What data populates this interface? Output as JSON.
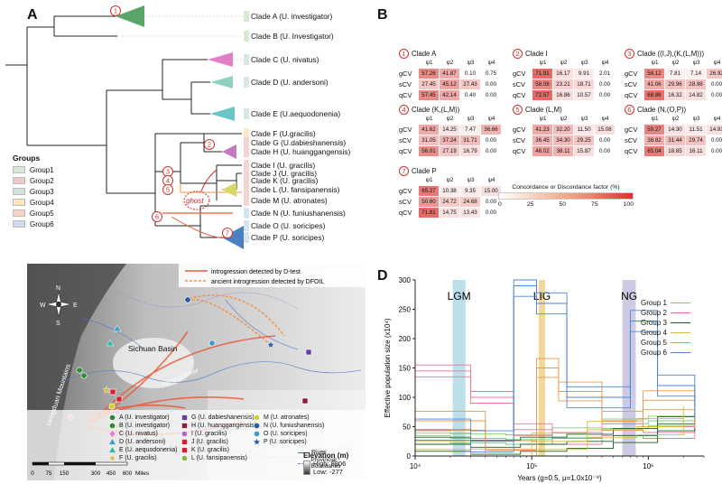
{
  "panels": {
    "a": "A",
    "b": "B",
    "c": "C",
    "d": "D"
  },
  "panel_a": {
    "clades": [
      {
        "label": "Clade A (U. investigator)",
        "bar": "#d9ead3"
      },
      {
        "label": "Clade B (U. Investigator)",
        "bar": "#d9ead3"
      },
      {
        "label": "Clade C (U. nivatus)",
        "bar": "#d6e9e4"
      },
      {
        "label": "Clade D (U. andersoni)",
        "bar": "#d6e9e4"
      },
      {
        "label": "Clade E (U.aequodonenia)",
        "bar": "#d6e9e4"
      },
      {
        "label": "Clade F (U.gracilis)",
        "bar": "#fde9c8"
      },
      {
        "label": "Clade G (U.dabieshanensis)",
        "bar": "#f2d4d4"
      },
      {
        "label": "Clade H (U. huanggangensis)",
        "bar": "#f2d4d4"
      },
      {
        "label": "Clade I (U. gracilis)",
        "bar": "#f2d4d4"
      },
      {
        "label": "Clade J (U. gracilis)",
        "bar": "#f2d4d4"
      },
      {
        "label": "Clade K (U. gracilis)",
        "bar": "#f2d4d4"
      },
      {
        "label": "Clade L (U. fansipanensis)",
        "bar": "#f2d4d4"
      },
      {
        "label": "Clade M (U. atronates)",
        "bar": "#f2d4d4"
      },
      {
        "label": "Clade N (U. funiushanensis)",
        "bar": "#d6e3f0"
      },
      {
        "label": "Clade O (U. soricipes)",
        "bar": "#d6e3f0"
      },
      {
        "label": "Clade P (U. soricipes)",
        "bar": "#d6e3f0"
      }
    ],
    "groups_title": "Groups",
    "groups": [
      {
        "name": "Group1",
        "color": "#d9ead3"
      },
      {
        "name": "Group2",
        "color": "#f2c9c9"
      },
      {
        "name": "Group3",
        "color": "#cfe2e0"
      },
      {
        "name": "Group4",
        "color": "#fde6b8"
      },
      {
        "name": "Group5",
        "color": "#f6d3c2"
      },
      {
        "name": "Group6",
        "color": "#cfdcef"
      }
    ],
    "ghost": "ghost",
    "markers": [
      "1",
      "2",
      "3",
      "4",
      "5",
      "6",
      "7"
    ]
  },
  "panel_b": {
    "psi": [
      "ψ1",
      "ψ2",
      "ψ3",
      "ψ4"
    ],
    "rows": [
      "gCV",
      "sCV",
      "qCV"
    ],
    "tables": [
      {
        "num": "1",
        "title": "Clade A",
        "vals": [
          [
            "57.26",
            "41.87",
            "0.10",
            "0.75"
          ],
          [
            "27.45",
            "45.12",
            "27.43",
            "0.00"
          ],
          [
            "57.45",
            "42.14",
            "0.40",
            "0.00"
          ]
        ]
      },
      {
        "num": "2",
        "title": "Clade I",
        "vals": [
          [
            "71.91",
            "16.17",
            "9.91",
            "2.01"
          ],
          [
            "58.08",
            "23.21",
            "18.71",
            "0.00"
          ],
          [
            "72.57",
            "16.86",
            "10.57",
            "0.00"
          ]
        ]
      },
      {
        "num": "3",
        "title": "Clade ((I,J),(K,(L,M)))",
        "vals": [
          [
            "58.12",
            "7.81",
            "7.14",
            "26.92"
          ],
          [
            "41.06",
            "29.96",
            "28.98",
            "0.00"
          ],
          [
            "68.86",
            "16.32",
            "14.82",
            "0.00"
          ]
        ]
      },
      {
        "num": "4",
        "title": "Clade (K,(L,M))",
        "vals": [
          [
            "41.62",
            "14.25",
            "7.47",
            "36.66"
          ],
          [
            "31.05",
            "37.24",
            "31.71",
            "0.00"
          ],
          [
            "56.01",
            "27.19",
            "16.79",
            "0.00"
          ]
        ]
      },
      {
        "num": "5",
        "title": "Clade (L,M)",
        "vals": [
          [
            "41.23",
            "32.20",
            "11.50",
            "15.08"
          ],
          [
            "36.45",
            "34.30",
            "29.25",
            "0.00"
          ],
          [
            "46.02",
            "38.11",
            "15.87",
            "0.00"
          ]
        ]
      },
      {
        "num": "6",
        "title": "Clade (N,(O,P))",
        "vals": [
          [
            "59.27",
            "14.30",
            "11.51",
            "14.91"
          ],
          [
            "38.82",
            "31.44",
            "29.74",
            "0.00"
          ],
          [
            "65.04",
            "18.85",
            "16.11",
            "0.00"
          ]
        ]
      },
      {
        "num": "7",
        "title": "Clade P",
        "vals": [
          [
            "65.27",
            "10.38",
            "9.35",
            "15.00"
          ],
          [
            "50.60",
            "24.72",
            "24.68",
            "0.00"
          ],
          [
            "71.81",
            "14.75",
            "13.43",
            "0.00"
          ]
        ]
      }
    ],
    "colorbar_title": "Concordance or Discordance factor (%)",
    "colorbar_ticks": [
      "0",
      "25",
      "50",
      "75",
      "100"
    ]
  },
  "panel_c": {
    "legend_dtest": "introgression detected by D-test",
    "legend_dfoil": "ancient introgression detected by DFOIL",
    "basin": "Sichuan Basin",
    "river_label": "Yangtze River",
    "mountains": "Hengduan Mountains",
    "compass": {
      "n": "N",
      "s": "S",
      "e": "E",
      "w": "W"
    },
    "scale": {
      "ticks": [
        "0",
        "75",
        "150",
        "300",
        "450",
        "600"
      ],
      "unit": "Miles"
    },
    "elevation": {
      "title": "Elevation (m)",
      "high": "High: 8806",
      "low": "Low: -277"
    },
    "river": "River",
    "provincial": "Provincial Boundaries",
    "species": [
      {
        "label": "A (U. investigator)",
        "color": "#2e8b3a",
        "shape": "circle"
      },
      {
        "label": "B (U. investigator)",
        "color": "#2e8b3a",
        "shape": "circle"
      },
      {
        "label": "C (U. nivatus)",
        "color": "#e57ec9",
        "shape": "diamond"
      },
      {
        "label": "D (U. andersoni)",
        "color": "#3aa0c8",
        "shape": "tri"
      },
      {
        "label": "E (U. aequodonenia)",
        "color": "#2fb7a8",
        "shape": "tri"
      },
      {
        "label": "F (U. gracilis)",
        "color": "#e8b640",
        "shape": "star"
      },
      {
        "label": "G (U. dabieshanensis)",
        "color": "#6a3ea1",
        "shape": "square"
      },
      {
        "label": "H (U. huanggangensis)",
        "color": "#8b1e3f",
        "shape": "square"
      },
      {
        "label": "I (U. gracilis)",
        "color": "#b266c8",
        "shape": "circle"
      },
      {
        "label": "J (U. gracilis)",
        "color": "#d5212e",
        "shape": "square"
      },
      {
        "label": "K (U. gracilis)",
        "color": "#d5212e",
        "shape": "square"
      },
      {
        "label": "L (U. fansipanensis)",
        "color": "#8ab34a",
        "shape": "circle"
      },
      {
        "label": "M (U. atronates)",
        "color": "#cdd62b",
        "shape": "circle"
      },
      {
        "label": "N (U. funiushanensis)",
        "color": "#2a5b9a",
        "shape": "circle"
      },
      {
        "label": "O (U. soricipes)",
        "color": "#3aa0c8",
        "shape": "circle"
      },
      {
        "label": "P (U. soricipes)",
        "color": "#2a5b9a",
        "shape": "star"
      }
    ]
  },
  "chart_data": {
    "type": "line",
    "ylabel": "Effective population size (x10⁴)",
    "xlabel": "Years (g=0.5, μ=1.0x10⁻⁹)",
    "xscale": "log",
    "xlim": [
      10000,
      3000000
    ],
    "ylim": [
      0,
      300
    ],
    "yticks": [
      "0",
      "50",
      "100",
      "150",
      "200",
      "250",
      "300"
    ],
    "xticks": [
      "10⁴",
      "10⁵",
      "10⁶"
    ],
    "bands": [
      {
        "label": "LGM",
        "x": [
          21000,
          27000
        ],
        "color": "#9fd3e0"
      },
      {
        "label": "LIG",
        "x": [
          115000,
          130000
        ],
        "color": "#f0c46a"
      },
      {
        "label": "NG",
        "x": [
          600000,
          780000
        ],
        "color": "#b9b3d9"
      }
    ],
    "series": [
      {
        "name": "Group 1",
        "color": "#7fc97f"
      },
      {
        "name": "Group 2",
        "color": "#e8779a"
      },
      {
        "name": "Group 3",
        "color": "#1b5e20"
      },
      {
        "name": "Group 4",
        "color": "#d4b93a"
      },
      {
        "name": "Group 5",
        "color": "#f0954a"
      },
      {
        "name": "Group 6",
        "color": "#4a86d8"
      }
    ]
  }
}
